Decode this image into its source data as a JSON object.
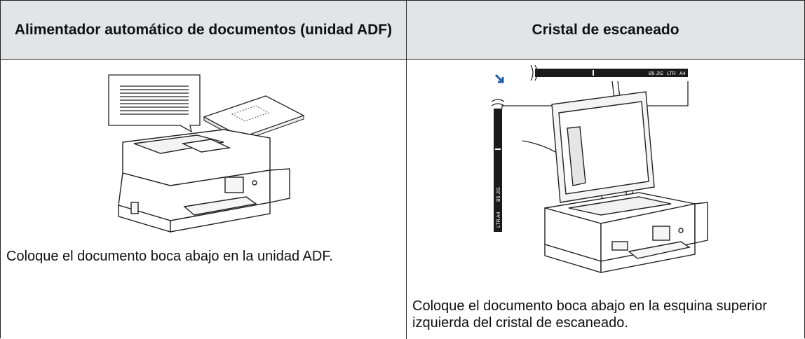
{
  "table": {
    "headers": [
      "Alimentador automático de documentos (unidad ADF)",
      "Cristal de escaneado"
    ],
    "cells": [
      "Coloque el documento boca abajo en la unidad ADF.",
      "Coloque el documento boca abajo en la esquina superior izquierda del cristal de escaneado."
    ]
  },
  "glass_scale": {
    "top_labels": [
      "B5 JIS",
      "LTR",
      "A4"
    ],
    "side_labels": [
      "B5 JIS",
      "LTR",
      "A4"
    ]
  },
  "colors": {
    "header_bg": "#e3e4e5",
    "arrow_blue": "#1f5fa6"
  }
}
